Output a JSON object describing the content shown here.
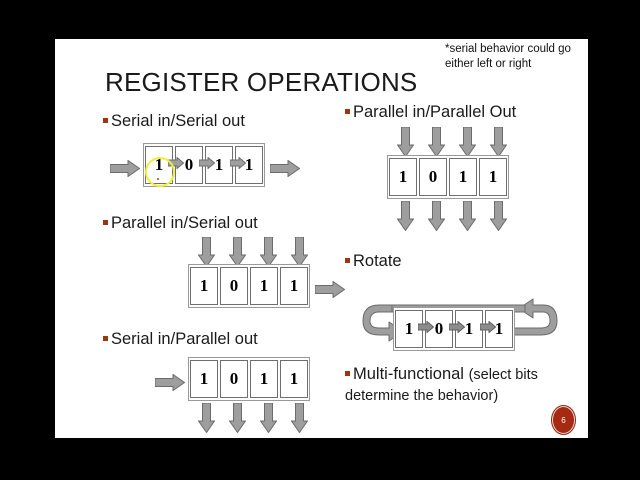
{
  "slide": {
    "title": "REGISTER OPERATIONS",
    "note": "*serial behavior could go either left or right",
    "page_number": "6",
    "bullet_color": "#9e3412",
    "badge_color": "#a62a12",
    "laser_ring_color": "#f2ee3a",
    "arrow_fill": "#9e9e9e",
    "arrow_stroke": "#6b6b6b",
    "watermark": ""
  },
  "sections": {
    "serial_in_serial_out": {
      "label": "Serial in/Serial out",
      "bits": [
        "1",
        "0",
        "1",
        "1"
      ],
      "inputs": "serial",
      "outputs": "serial"
    },
    "parallel_in_serial_out": {
      "label": "Parallel in/Serial out",
      "bits": [
        "1",
        "0",
        "1",
        "1"
      ],
      "inputs": "parallel",
      "outputs": "serial"
    },
    "serial_in_parallel_out": {
      "label": "Serial in/Parallel out",
      "bits": [
        "1",
        "0",
        "1",
        "1"
      ],
      "inputs": "serial",
      "outputs": "parallel"
    },
    "parallel_in_parallel_out": {
      "label": "Parallel in/Parallel Out",
      "bits": [
        "1",
        "0",
        "1",
        "1"
      ],
      "inputs": "parallel",
      "outputs": "parallel"
    },
    "rotate": {
      "label": "Rotate",
      "bits": [
        "1",
        "0",
        "1",
        "1"
      ]
    },
    "multi_functional": {
      "label": "Multi-functional ",
      "label_paren": "(select bits determine the behavior)"
    }
  }
}
